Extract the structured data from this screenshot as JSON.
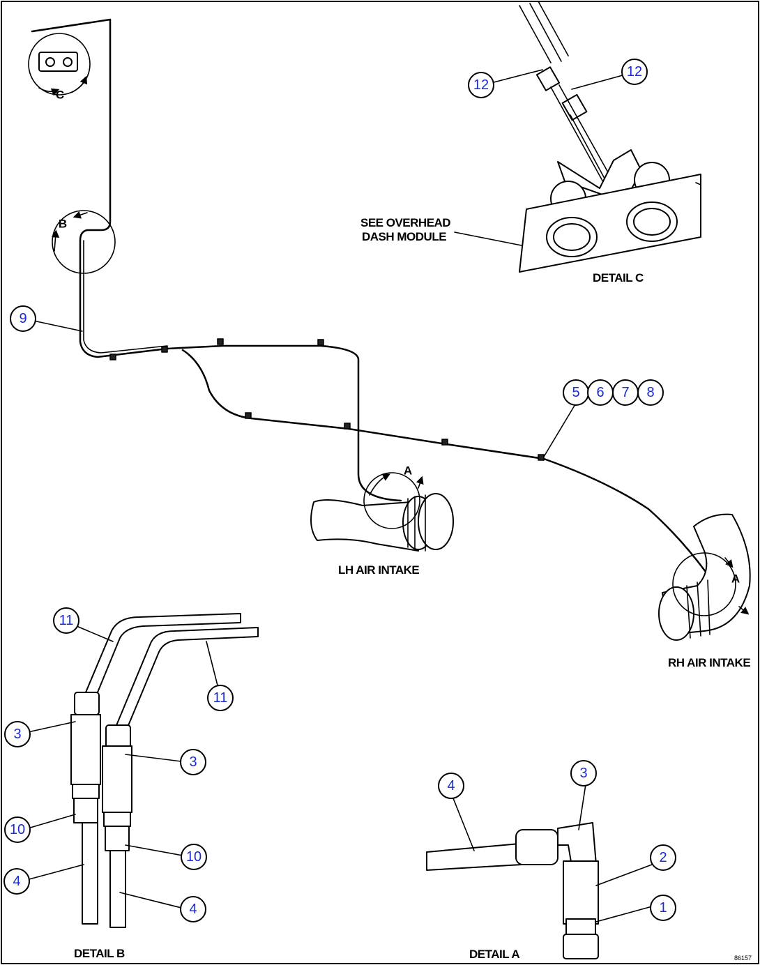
{
  "labels": {
    "see_overhead": "SEE OVERHEAD",
    "dash_module": "DASH MODULE",
    "detail_c": "DETAIL C",
    "detail_b": "DETAIL B",
    "detail_a": "DETAIL A",
    "lh_air_intake": "LH AIR INTAKE",
    "rh_air_intake": "RH AIR INTAKE",
    "figure_number": "86157"
  },
  "detail_letters": {
    "c": "C",
    "b": "B",
    "a_lh": "A",
    "a_rh": "A"
  },
  "callouts": [
    {
      "id": "c12a",
      "text": "12"
    },
    {
      "id": "c12b",
      "text": "12"
    },
    {
      "id": "c9",
      "text": "9"
    },
    {
      "id": "c5",
      "text": "5"
    },
    {
      "id": "c6",
      "text": "6"
    },
    {
      "id": "c7",
      "text": "7"
    },
    {
      "id": "c8",
      "text": "8"
    },
    {
      "id": "c11a",
      "text": "11"
    },
    {
      "id": "c11b",
      "text": "11"
    },
    {
      "id": "c3a",
      "text": "3"
    },
    {
      "id": "c3b",
      "text": "3"
    },
    {
      "id": "c10a",
      "text": "10"
    },
    {
      "id": "c10b",
      "text": "10"
    },
    {
      "id": "c4a",
      "text": "4"
    },
    {
      "id": "c4b",
      "text": "4"
    },
    {
      "id": "c4c",
      "text": "4"
    },
    {
      "id": "c3c",
      "text": "3"
    },
    {
      "id": "c2",
      "text": "2"
    },
    {
      "id": "c1",
      "text": "1"
    }
  ]
}
